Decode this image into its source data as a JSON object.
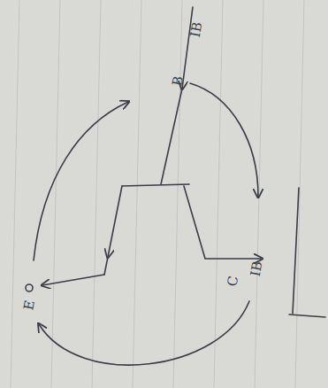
{
  "diagram": {
    "labels": [
      "IB",
      "B",
      "C",
      "IB",
      "E"
    ]
  }
}
